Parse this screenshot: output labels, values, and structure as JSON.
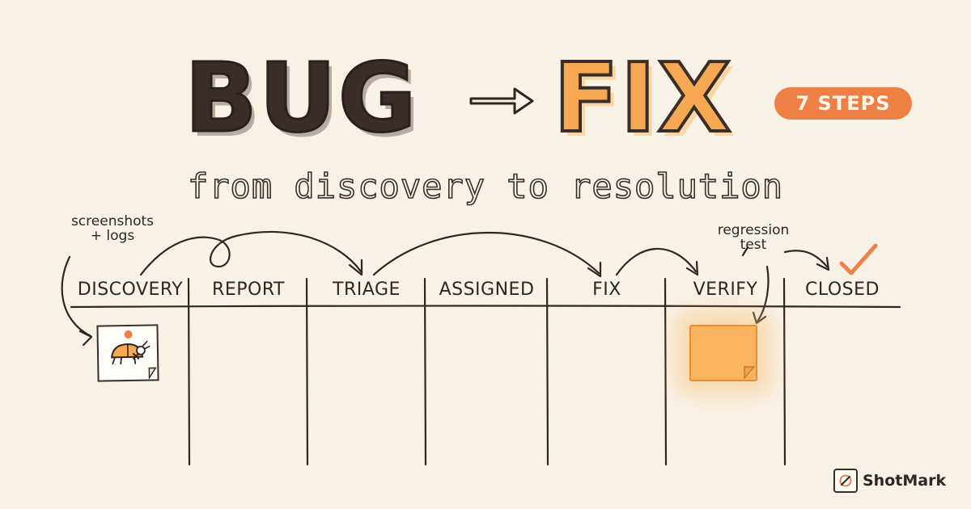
{
  "title": {
    "left_word": "BUG",
    "right_word": "FIX"
  },
  "badge": "7 STEPS",
  "subtitle": "from discovery to resolution",
  "stages": [
    "DISCOVERY",
    "REPORT",
    "TRIAGE",
    "ASSIGNED",
    "FIX",
    "VERIFY",
    "CLOSED"
  ],
  "notes": {
    "discovery": "screenshots\n+ logs",
    "verify": "regression\ntest"
  },
  "brand": {
    "name": "ShotMark"
  },
  "colors": {
    "background": "#f8f2e6",
    "ink": "#2e2624",
    "accent_orange": "#ee8046",
    "fix_fill": "#f6a852",
    "sticky_glow": "#fbb45e"
  },
  "icons": [
    "right-arrow-icon",
    "bug-icon",
    "checkmark-icon",
    "shotmark-logo-icon"
  ]
}
